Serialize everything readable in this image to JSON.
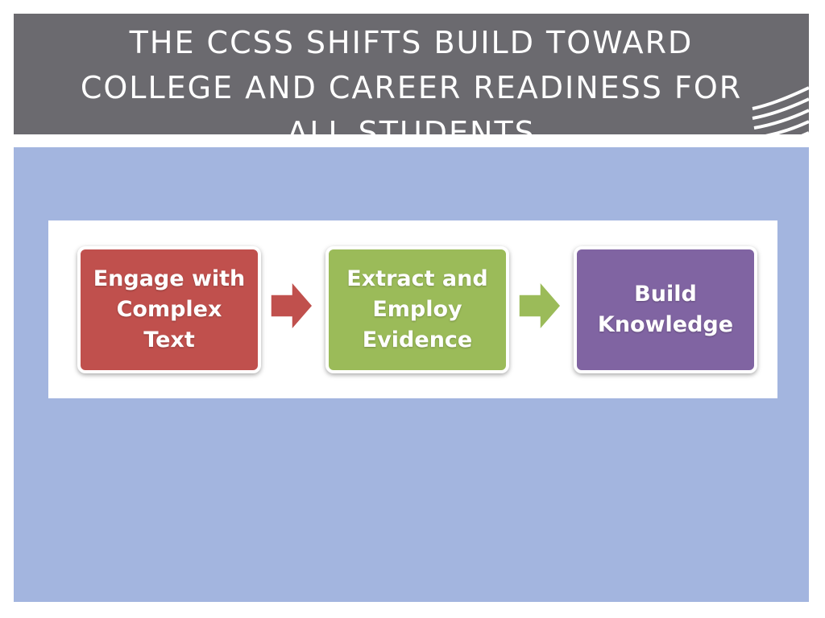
{
  "title": {
    "line1": "THE CCSS SHIFTS BUILD TOWARD",
    "line2": "COLLEGE AND CAREER READINESS FOR",
    "line3": "ALL STUDENTS"
  },
  "diagram": {
    "steps": [
      {
        "line1": "Engage with",
        "line2": "Complex",
        "line3": "Text",
        "color": "#c0504d"
      },
      {
        "line1": "Extract and",
        "line2": "Employ",
        "line3": "Evidence",
        "color": "#9bbb59"
      },
      {
        "line1": "Build",
        "line2": "Knowledge",
        "color": "#8064a2"
      }
    ],
    "arrows": [
      {
        "color": "#c0504d",
        "icon": "right-arrow-icon"
      },
      {
        "color": "#9bbb59",
        "icon": "right-arrow-icon"
      }
    ]
  },
  "colors": {
    "title_bar": "#6b6a6f",
    "content_background": "#a3b5df",
    "panel_background": "#ffffff"
  }
}
